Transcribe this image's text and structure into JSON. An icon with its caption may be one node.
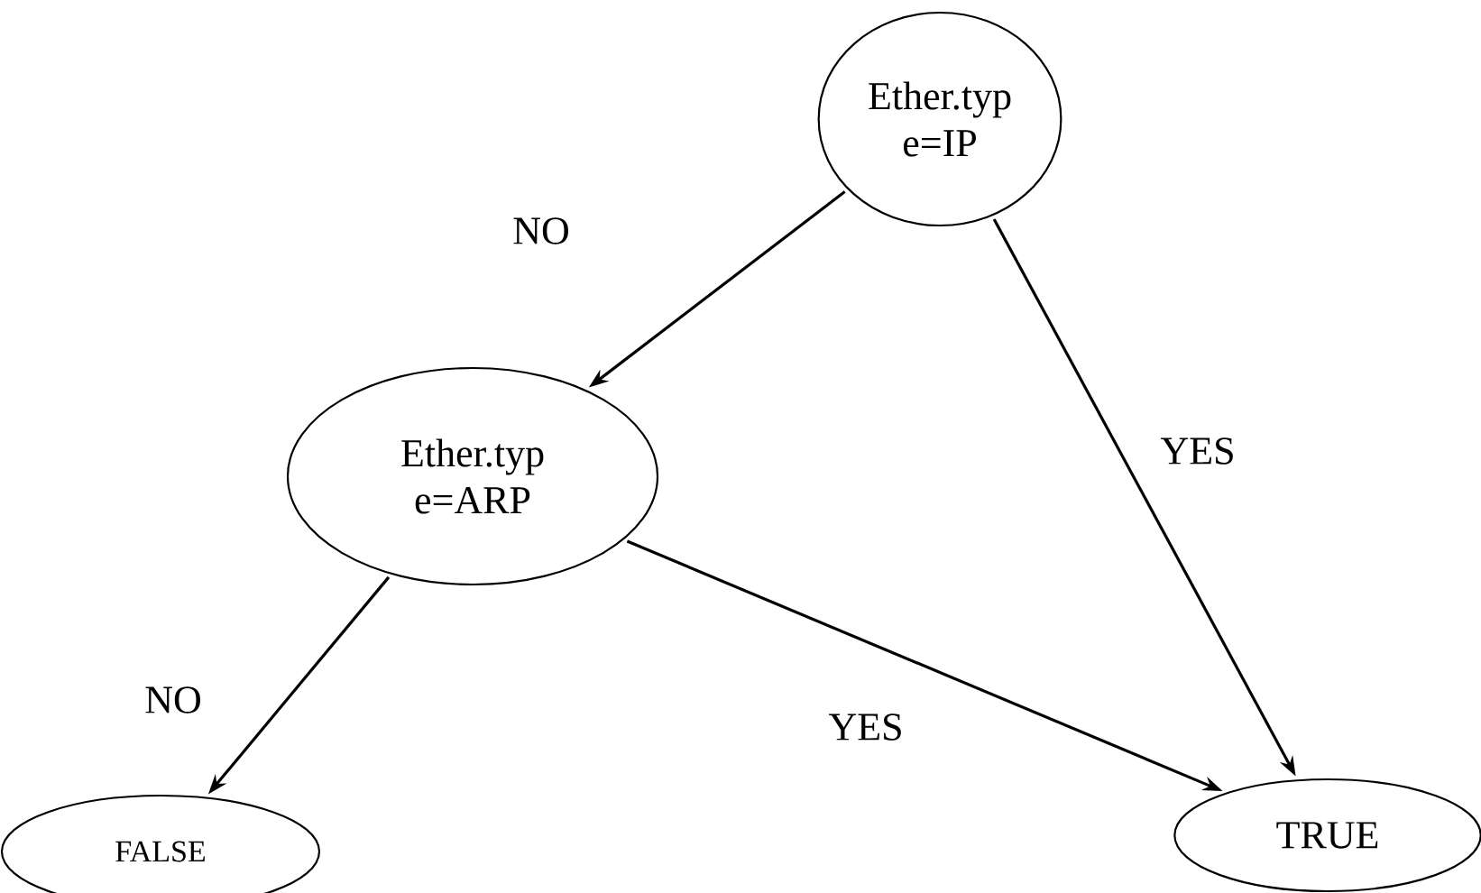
{
  "diagram": {
    "nodes": [
      {
        "text": [
          "Ether.typ e=IP"
        ]
      },
      {
        "text": [
          "Ether.typ e=ARP"
        ]
      },
      {
        "text": [
          "FALSE"
        ]
      },
      {
        "text": [
          "TRUE"
        ]
      }
    ],
    "edges": [
      {
        "from": 0,
        "to": 1,
        "arrow": "to",
        "label": "NO"
      },
      {
        "from": 0,
        "to": 3,
        "arrow": "to",
        "label": "YES"
      },
      {
        "from": 1,
        "to": 2,
        "arrow": "to",
        "label": "NO"
      },
      {
        "from": 1,
        "to": 3,
        "arrow": "to",
        "label": "YES"
      }
    ]
  }
}
